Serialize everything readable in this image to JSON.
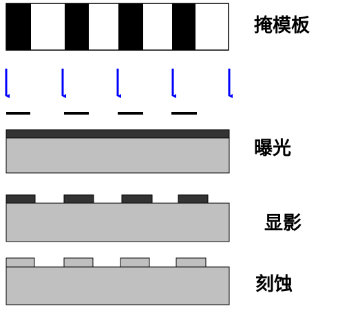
{
  "labels": {
    "mask": "掩模板",
    "exposure": "曝光",
    "develop": "显影",
    "etch": "刻蚀"
  },
  "colors": {
    "mask_dark": "#000000",
    "arrow": "#0000ff",
    "photoresist": "#333333",
    "substrate": "#c0c0c0",
    "outline": "#000000"
  },
  "arrow_count": 5,
  "mask_dark_stripe_count": 4
}
